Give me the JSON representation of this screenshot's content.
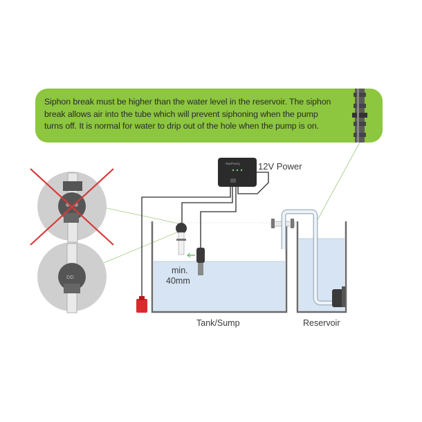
{
  "note": {
    "text": "Siphon break must be higher than the water level in the reservoir. The siphon break allows air into the tube which will prevent siphoning when the pump turns off. It is normal for water to drip out of the hole when the pump is on."
  },
  "labels": {
    "power": "12V Power",
    "min_line1": "min.",
    "min_line2": "40mm",
    "tank": "Tank/Sump",
    "reservoir": "Reservoir"
  },
  "colors": {
    "banner": "#8dc63f",
    "water": "#d7e4f3",
    "cross": "#d83a3a",
    "float_switch": "#d92b2b",
    "controller": "#2b2b2b"
  },
  "icons": {
    "connector": "barbed-tube-connector-icon",
    "wrong": "red-x-icon"
  }
}
